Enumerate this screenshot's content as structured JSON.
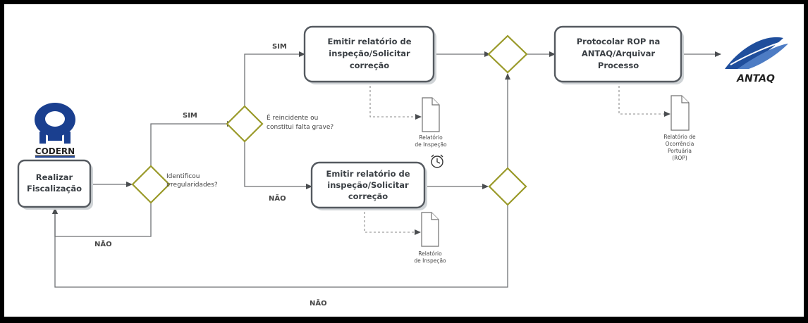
{
  "processes": {
    "realizar": [
      "Realizar",
      "Fiscalização"
    ],
    "emitir_top": [
      "Emitir relatório de",
      "inspeção/Solicitar",
      "correção"
    ],
    "emitir_bottom": [
      "Emitir relatório de",
      "inspeção/Solicitar",
      "correção"
    ],
    "protocolar": [
      "Protocolar ROP na",
      "ANTAQ/Arquivar",
      "Processo"
    ]
  },
  "gateways": {
    "irregularidades": [
      "Identificou",
      "irregularidades?"
    ],
    "reincidente": [
      "É reincidente ou",
      "constitui falta grave?"
    ]
  },
  "flow_labels": {
    "sim_upper": "SIM",
    "sim_lower": "SIM",
    "nao_mid": "NÃO",
    "nao_left": "NÃO",
    "nao_bottom": "NÃO"
  },
  "documents": {
    "top": [
      "Relatório",
      "de Inspeção"
    ],
    "bottom": [
      "Relatório",
      "de Inspeção"
    ],
    "rop": [
      "Relatório de",
      "Ocorrência",
      "Portuária",
      "(ROP)"
    ]
  },
  "logos": {
    "codern": "CODERN",
    "antaq": "ANTAQ"
  },
  "icons": {
    "timer": "clock-timer-icon"
  },
  "colors": {
    "gateway_stroke": "#9a9a2a",
    "codern_blue": "#1a3f8f",
    "antaq_blue": "#1f4e9c"
  }
}
